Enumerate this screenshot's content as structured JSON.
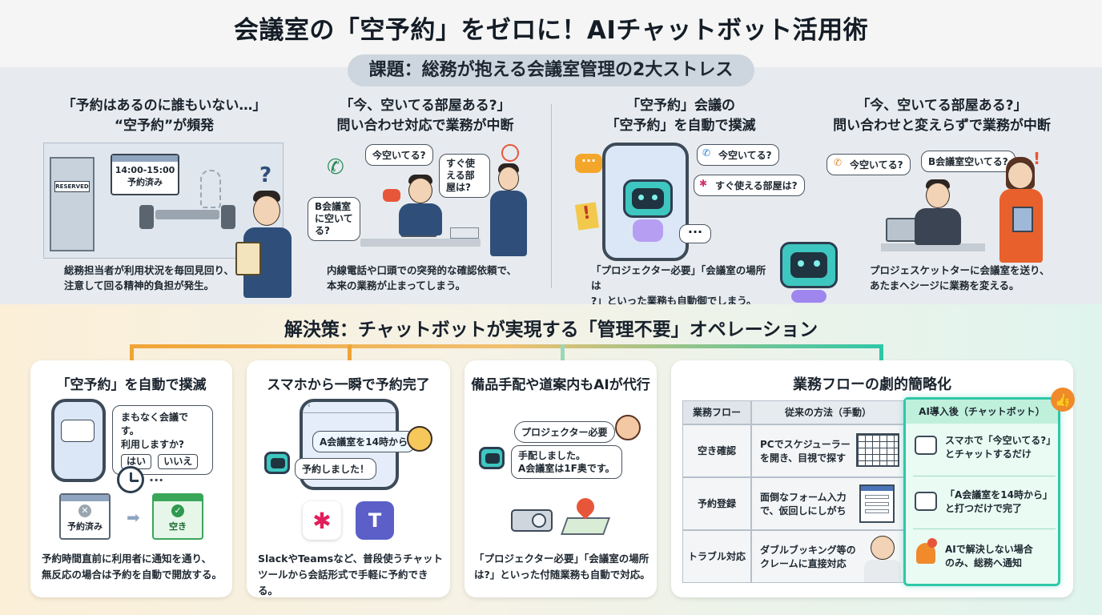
{
  "title": "会議室の「空予約」をゼロに！AIチャットボット活用術",
  "problem": {
    "heading": "課題：総務が抱える会議室管理の2大ストレス",
    "columns": [
      {
        "title_lines": [
          "「予約はあるのに誰もいない…」",
          "“空予約”が頻発"
        ],
        "desc_lines": [
          "総務担当者が利用状況を毎回見回り、",
          "注意して回る精神的負担が発生。"
        ],
        "door_sign": "RESERVED",
        "screen_time": "14:00-15:00",
        "screen_status": "予約済み"
      },
      {
        "title_lines": [
          "「今、空いてる部屋ある?」",
          "問い合わせ対応で業務が中断"
        ],
        "desc_lines": [
          "内線電話や口頭での突発的な確認依頼で、",
          "本来の業務が止まってしまう。"
        ],
        "bubbles": [
          "今空いてる?",
          "すぐ使える部屋は?",
          "B会議室に空いてる?"
        ]
      },
      {
        "title_lines": [
          "「空予約」会議の",
          "「空予約」を自動で撲滅"
        ],
        "desc_lines": [
          "「プロジェクター必要」「会議室の場所は",
          "?」といった業務も自動御でしまう。"
        ],
        "bubbles": [
          "今空いてる?",
          "すぐ使える部屋は?"
        ]
      },
      {
        "title_lines": [
          "「今、空いてる部屋ある?」",
          "問い合わせと変えらずで業務が中断"
        ],
        "desc_lines": [
          "プロジェスケットターに会議室を送り、",
          "あたまヘシージに業務を変える。"
        ],
        "bubbles": [
          "今空いてる?",
          "B会議室空いてる?"
        ]
      }
    ]
  },
  "solution": {
    "heading": "解決策：チャットボットが実現する「管理不要」オペレーション",
    "cards": [
      {
        "title": "「空予約」を自動で撲滅",
        "bubble_lines": [
          "まもなく会議です。",
          "利用しますか?"
        ],
        "yes": "はい",
        "no": "いいえ",
        "status_before": "予約済み",
        "status_after": "空き",
        "desc_lines": [
          "予約時間直前に利用者に通知を通り、",
          "無反応の場合は予約を自動で開放する。"
        ]
      },
      {
        "title": "スマホから一瞬で予約完了",
        "user_msg": "A会議室を14時から",
        "bot_msg": "予約しました！",
        "desc_lines": [
          "SlackやTeamsなど、普段使うチャット",
          "ツールから会話形式で手軽に予約できる。"
        ]
      },
      {
        "title": "備品手配や道案内もAIが代行",
        "user_msg": "プロジェクター必要",
        "bot_msg_lines": [
          "手配しました。",
          "A会議室は1F奥です。"
        ],
        "desc_lines": [
          "「プロジェクター必要」「会議室の場所",
          "は?」といった付随業務も自動で対応。"
        ]
      }
    ],
    "flow": {
      "title": "業務フローの劇的簡略化",
      "headers": [
        "業務フロー",
        "従来の方法（手動）",
        "AI導入後（チャットボット）"
      ],
      "rows": [
        {
          "label": "空き確認",
          "manual_lines": [
            "PCでスケジューラー",
            "を開き、目視で探す"
          ],
          "ai_lines": [
            "スマホで「今空いてる?」",
            "とチャットするだけ"
          ]
        },
        {
          "label": "予約登録",
          "manual_lines": [
            "面倒なフォーム入力",
            "で、仮回しにしがち"
          ],
          "ai_lines": [
            "「A会議室を14時から」",
            "と打つだけで完了"
          ]
        },
        {
          "label": "トラブル対応",
          "manual_lines": [
            "ダブルブッキング等の",
            "クレームに直接対応"
          ],
          "ai_lines": [
            "AIで解決しない場合",
            "のみ、総務へ通知"
          ]
        }
      ]
    }
  },
  "colors": {
    "accent_orange": "#f0a437",
    "accent_teal": "#2fc7a8",
    "robot_teal": "#3ec7c0",
    "ai_column_bg": "#e9fbf3"
  }
}
